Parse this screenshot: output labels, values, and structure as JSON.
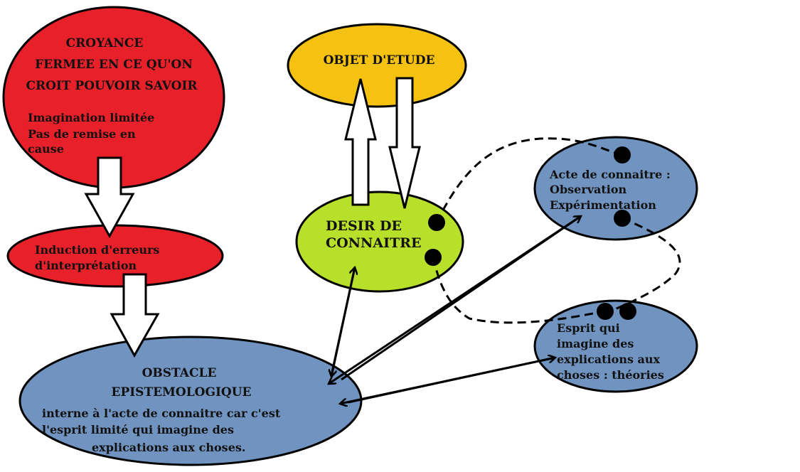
{
  "colors": {
    "croyance": "#e8202a",
    "induction": "#e8202a",
    "objet": "#f5c211",
    "desir": "#b8e02a",
    "connaitre": "#7093c0",
    "esprit": "#7093c0",
    "obstacle": "#7093c0",
    "stroke": "#000000"
  },
  "nodes": {
    "croyance": {
      "title1": "CROYANCE",
      "title2": "FERMEE EN CE QU'ON",
      "title3": "CROIT POUVOIR SAVOIR",
      "line1": "Imagination limitée",
      "line2": "Pas de remise en",
      "line3": "cause"
    },
    "induction": {
      "line1": "Induction d'erreurs",
      "line2": "d'interprétation"
    },
    "obstacle": {
      "title1": "OBSTACLE",
      "title2": "EPISTEMOLOGIQUE",
      "line1": "interne à l'acte de connaitre car c'est",
      "line2": "l'esprit limité qui imagine des",
      "line3": "explications aux choses."
    },
    "objet": {
      "title": "OBJET D'ETUDE"
    },
    "desir": {
      "line1": "DESIR DE",
      "line2": "CONNAITRE"
    },
    "connaitre": {
      "line1": "Acte de connaitre :",
      "line2": "Observation",
      "line3": "Expérimentation"
    },
    "esprit": {
      "line1": "Esprit qui",
      "line2": "imagine des",
      "line3": "explications aux",
      "line4": "choses : théories"
    }
  }
}
